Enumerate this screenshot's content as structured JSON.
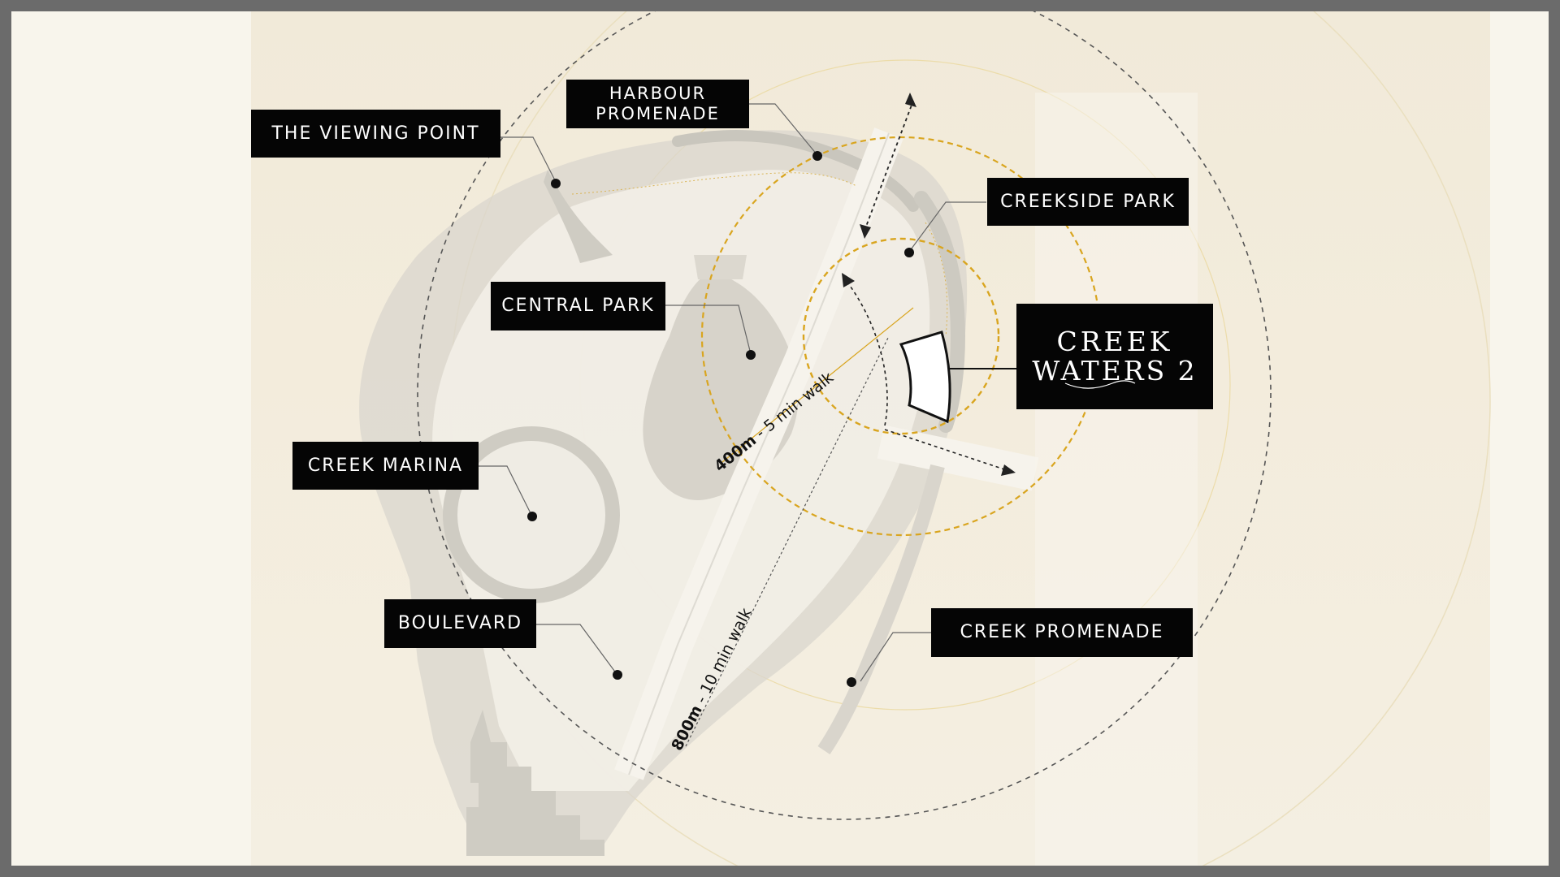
{
  "brand": {
    "line1": "CREEK",
    "line2": "WATERS 2"
  },
  "labels": {
    "viewing_point": "THE VIEWING POINT",
    "harbour_promenade_line1": "HARBOUR",
    "harbour_promenade_line2": "PROMENADE",
    "creekside_park": "CREEKSIDE PARK",
    "central_park": "CENTRAL PARK",
    "creek_marina": "CREEK MARINA",
    "boulevard": "BOULEVARD",
    "creek_promenade": "CREEK PROMENADE"
  },
  "walk": {
    "short_distance": "400m",
    "short_time": " - 5 min walk",
    "long_distance": "800m",
    "long_time": " - 10 min walk"
  },
  "colors": {
    "frame": "#6b6b6b",
    "background": "#f8f5ec",
    "label_bg": "#050505",
    "label_text": "#ffffff",
    "ring_gold": "#d9a51f",
    "ring_grey": "#555555",
    "land": "#dedbd3"
  }
}
